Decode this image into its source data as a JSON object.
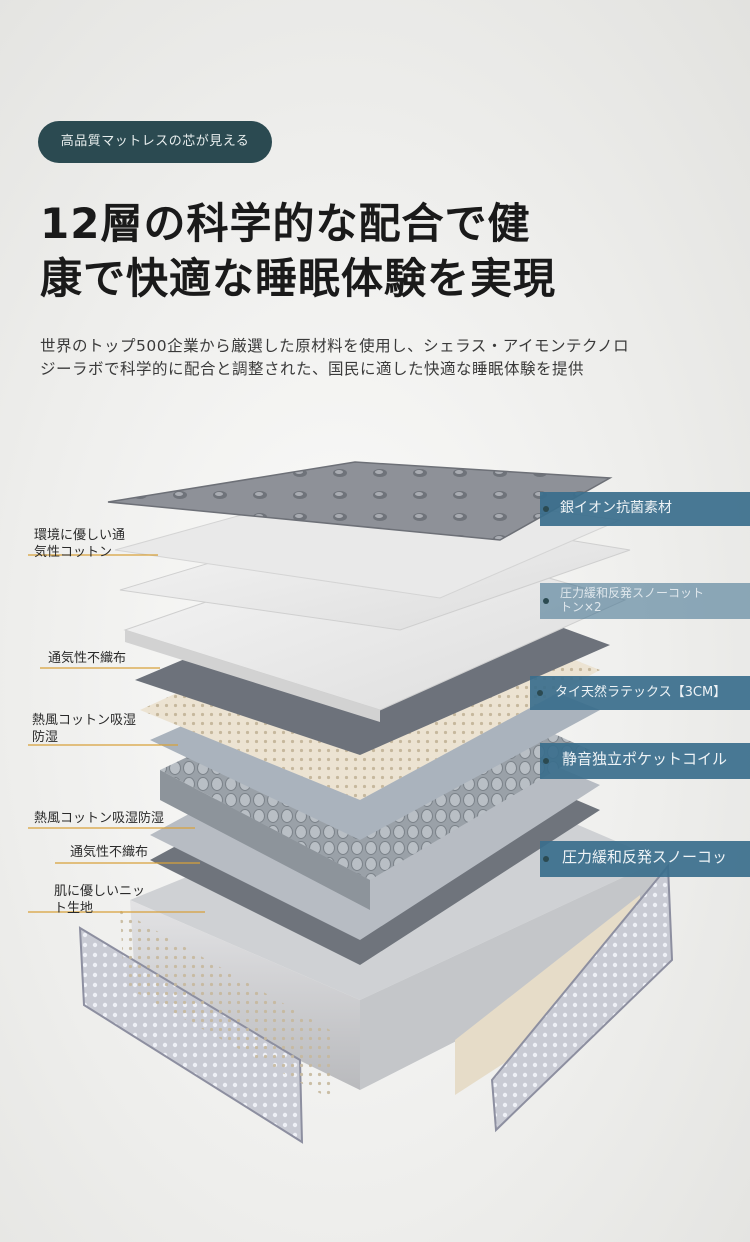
{
  "badge": "高品質マットレスの芯が見える",
  "headline": {
    "line1": "12層の科学的な配合で健",
    "line2": "康で快適な睡眠体験を実現"
  },
  "description": {
    "line1": "世界のトップ500企業から厳選した原材料を使用し、シェラス・アイモンテクノロ",
    "line2": "ジーラボで科学的に配合と調整された、国民に適した快適な睡眠体験を提供"
  },
  "left_labels": [
    {
      "line1": "環境に優しい通",
      "line2": "気性コットン"
    },
    {
      "line1": "通気性不織布",
      "line2": ""
    },
    {
      "line1": "熱風コットン吸湿",
      "line2": "防湿"
    },
    {
      "line1": "熱風コットン吸湿防湿",
      "line2": ""
    },
    {
      "line1": "通気性不織布",
      "line2": ""
    },
    {
      "line1": "肌に優しいニッ",
      "line2": "ト生地"
    }
  ],
  "right_labels": [
    {
      "text": "銀イオン抗菌素材"
    },
    {
      "line1": "圧力緩和反発スノーコット",
      "line2": "トン×2"
    },
    {
      "text": "タイ天然ラテックス【3CM】"
    },
    {
      "text": "静音独立ポケットコイル"
    },
    {
      "text": "圧力緩和反発スノーコッ"
    }
  ],
  "colors": {
    "badge_bg": "#2b4a51",
    "label_bg": "#3a6e8c",
    "leader_line": "#d8a13a",
    "fabric_top": "#8e9198",
    "latex": "#e8dcc6",
    "felt": "#6e737c"
  }
}
